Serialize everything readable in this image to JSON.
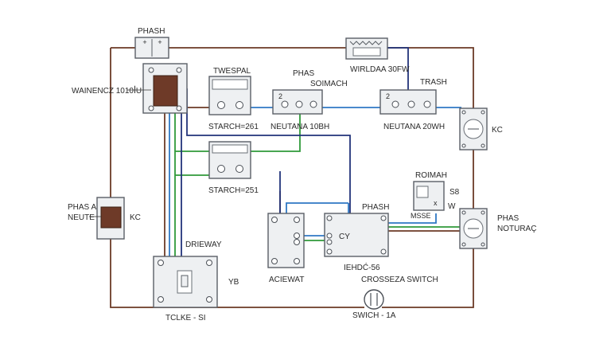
{
  "labels": {
    "phash_top": "PHASH",
    "warning_left": "WAINENCZ 1010ꟾU",
    "twespal": "TWESPAL",
    "phas_mid": "PHAS",
    "soimach": "SOIMACH",
    "wirldaa": "WIRLDAA 30FW",
    "trash": "TRASH",
    "starch_261": "STARCH=261",
    "neutana_10bh": "NEUTANA 10BH",
    "neutana_20wh": "NEUTANA 20WH",
    "kc_right": "KC",
    "starch_251": "STARCH=251",
    "roimah": "ROIMAH",
    "s8": "S8",
    "w": "W",
    "msse": "MSSE",
    "phash_mid": "PHASH",
    "phas_left": "PHAS A",
    "neute_left": "NEUTE",
    "kc_left": "KC",
    "phas_right": "PHAS",
    "noturac": "NOTURAÇ",
    "driveway": "DRIEWAY",
    "yb": "YB",
    "acewat": "ACIEWAT",
    "cy": "CY",
    "iehdc": "IEHDĆ-56",
    "crossesza": "CROSSEZA SWITCH",
    "tclke": "TCLKE - SI",
    "swich": "SWICH - 1A"
  },
  "colors": {
    "brown": "#6b3a26",
    "blue": "#2f78c4",
    "green": "#2f9a3a",
    "navy": "#22337a",
    "device": "#6e3a28"
  }
}
